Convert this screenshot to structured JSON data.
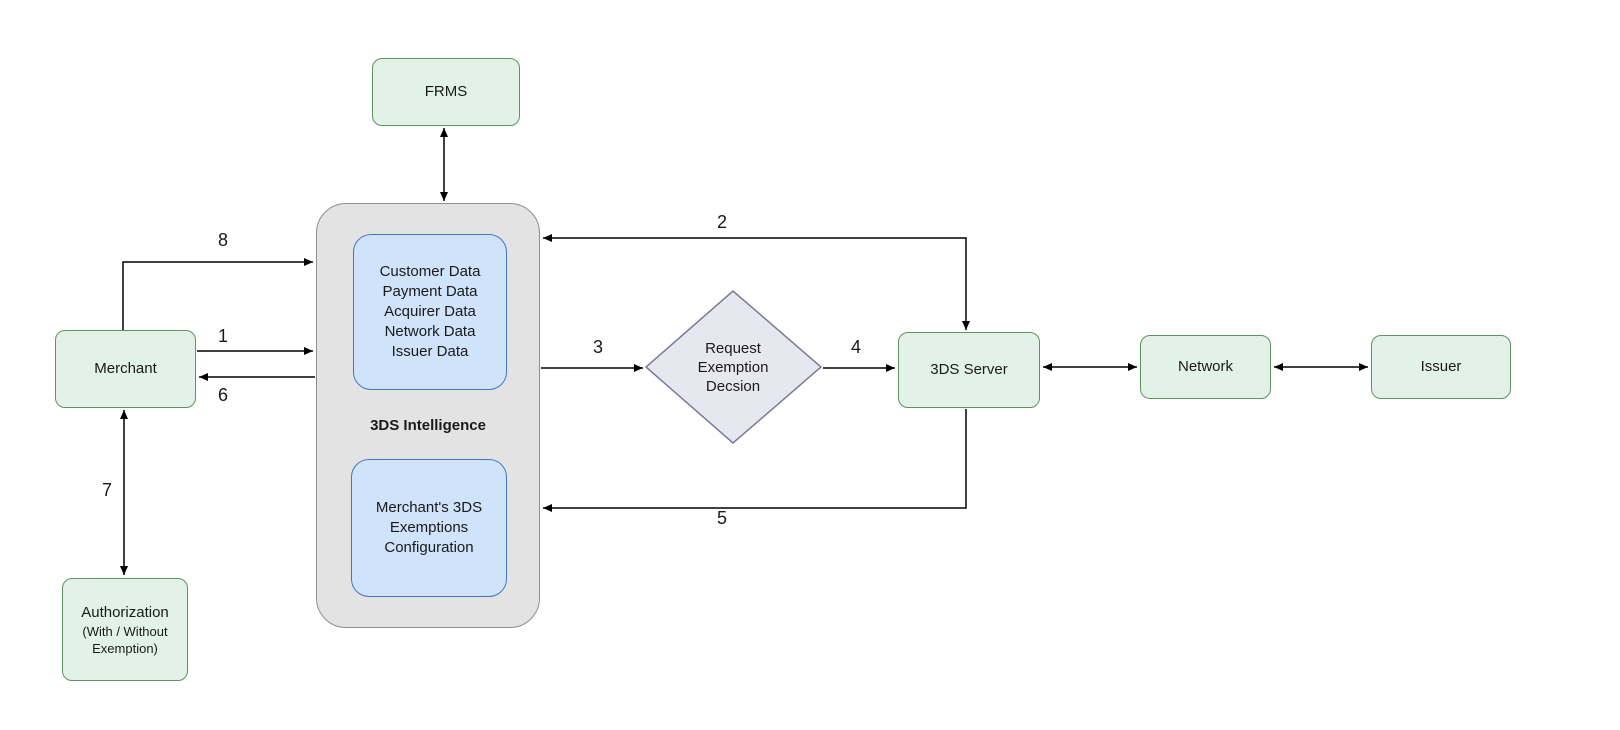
{
  "diagram": {
    "nodes": {
      "frms": {
        "label": "FRMS"
      },
      "merchant": {
        "label": "Merchant"
      },
      "intelligence": {
        "title": "3DS Intelligence",
        "data_sources": "Customer Data\nPayment Data\nAcquirer Data\nNetwork Data\nIssuer Data",
        "exemptions": "Merchant's 3DS\nExemptions\nConfiguration"
      },
      "decision": {
        "label": "Request\nExemption\nDecsion"
      },
      "server": {
        "label": "3DS Server"
      },
      "network": {
        "label": "Network"
      },
      "issuer": {
        "label": "Issuer"
      },
      "authorization": {
        "title": "Authorization",
        "subtitle": "(With / Without\nExemption)"
      }
    },
    "arrow_labels": {
      "n1": "1",
      "n2": "2",
      "n3": "3",
      "n4": "4",
      "n5": "5",
      "n6": "6",
      "n7": "7",
      "n8": "8"
    },
    "colors": {
      "node_fill": "#e3f2e9",
      "node_stroke": "#5f935f",
      "container_fill": "#e3e3e3",
      "container_stroke": "#8f8f8f",
      "inner_fill": "#cfe3fb",
      "inner_stroke": "#4176c4",
      "diamond_fill": "#e7e7f0",
      "diamond_stroke": "#7c7c96",
      "arrow": "#000000"
    }
  }
}
